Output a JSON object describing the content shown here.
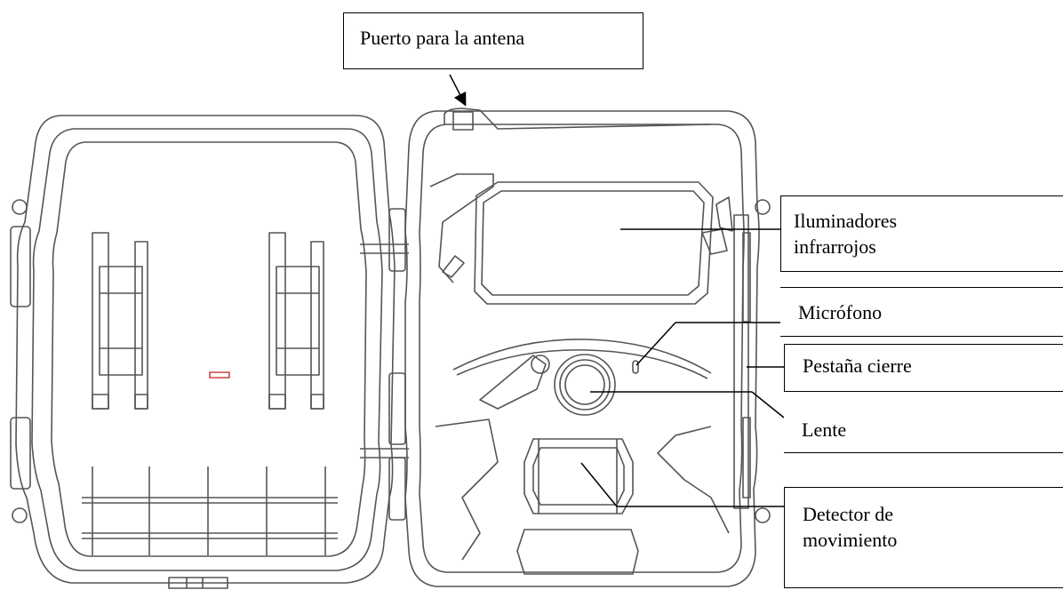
{
  "labels": {
    "antenna_port": "Puerto para la antena",
    "ir_illuminators": [
      "Iluminadores",
      "infrarrojos"
    ],
    "microphone": "Micrófono",
    "lock_tab": "Pestaña cierre",
    "lens": "Lente",
    "motion_detector": [
      "Detector de",
      "movimiento"
    ]
  }
}
